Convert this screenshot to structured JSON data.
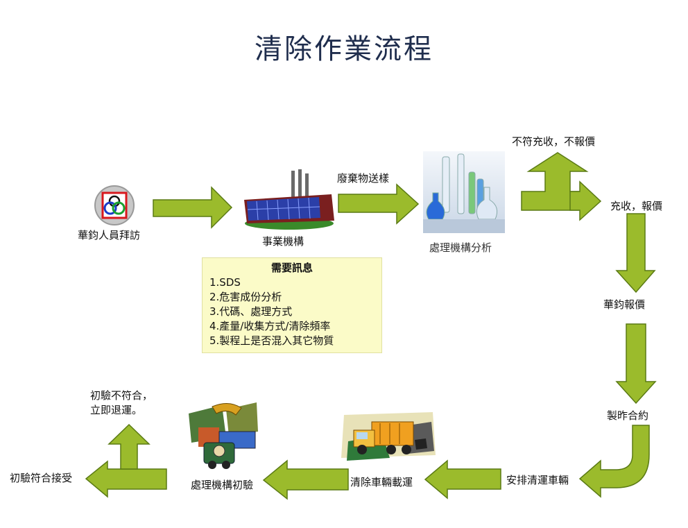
{
  "title": "清除作業流程",
  "steps": {
    "visit": "華鈞人員拜訪",
    "enterprise": "事業機構",
    "sample": "廢棄物送樣",
    "analysis": "處理機構分析",
    "not_ok": "不符充收，不報價",
    "ok": "充收，報價",
    "quote": "華鈞報價",
    "contract": "製昨合約",
    "arrange": "安排清運車輛",
    "load": "清除車輛載運",
    "inspect": "處理機構初驗",
    "accept": "初驗符合接受",
    "reject_line1": "初驗不符合，",
    "reject_line2": "立即退運。"
  },
  "info": {
    "title": "需要訊息",
    "items": [
      "1.SDS",
      "2.危害成份分析",
      "3.代碼、處理方式",
      "4.產量/收集方式/清除頻率",
      "5.製程上是否混入其它物質"
    ]
  },
  "colors": {
    "arrow_fill": "#9bbb2c",
    "arrow_stroke": "#5a7a14",
    "info_bg": "#fbfbc8"
  }
}
